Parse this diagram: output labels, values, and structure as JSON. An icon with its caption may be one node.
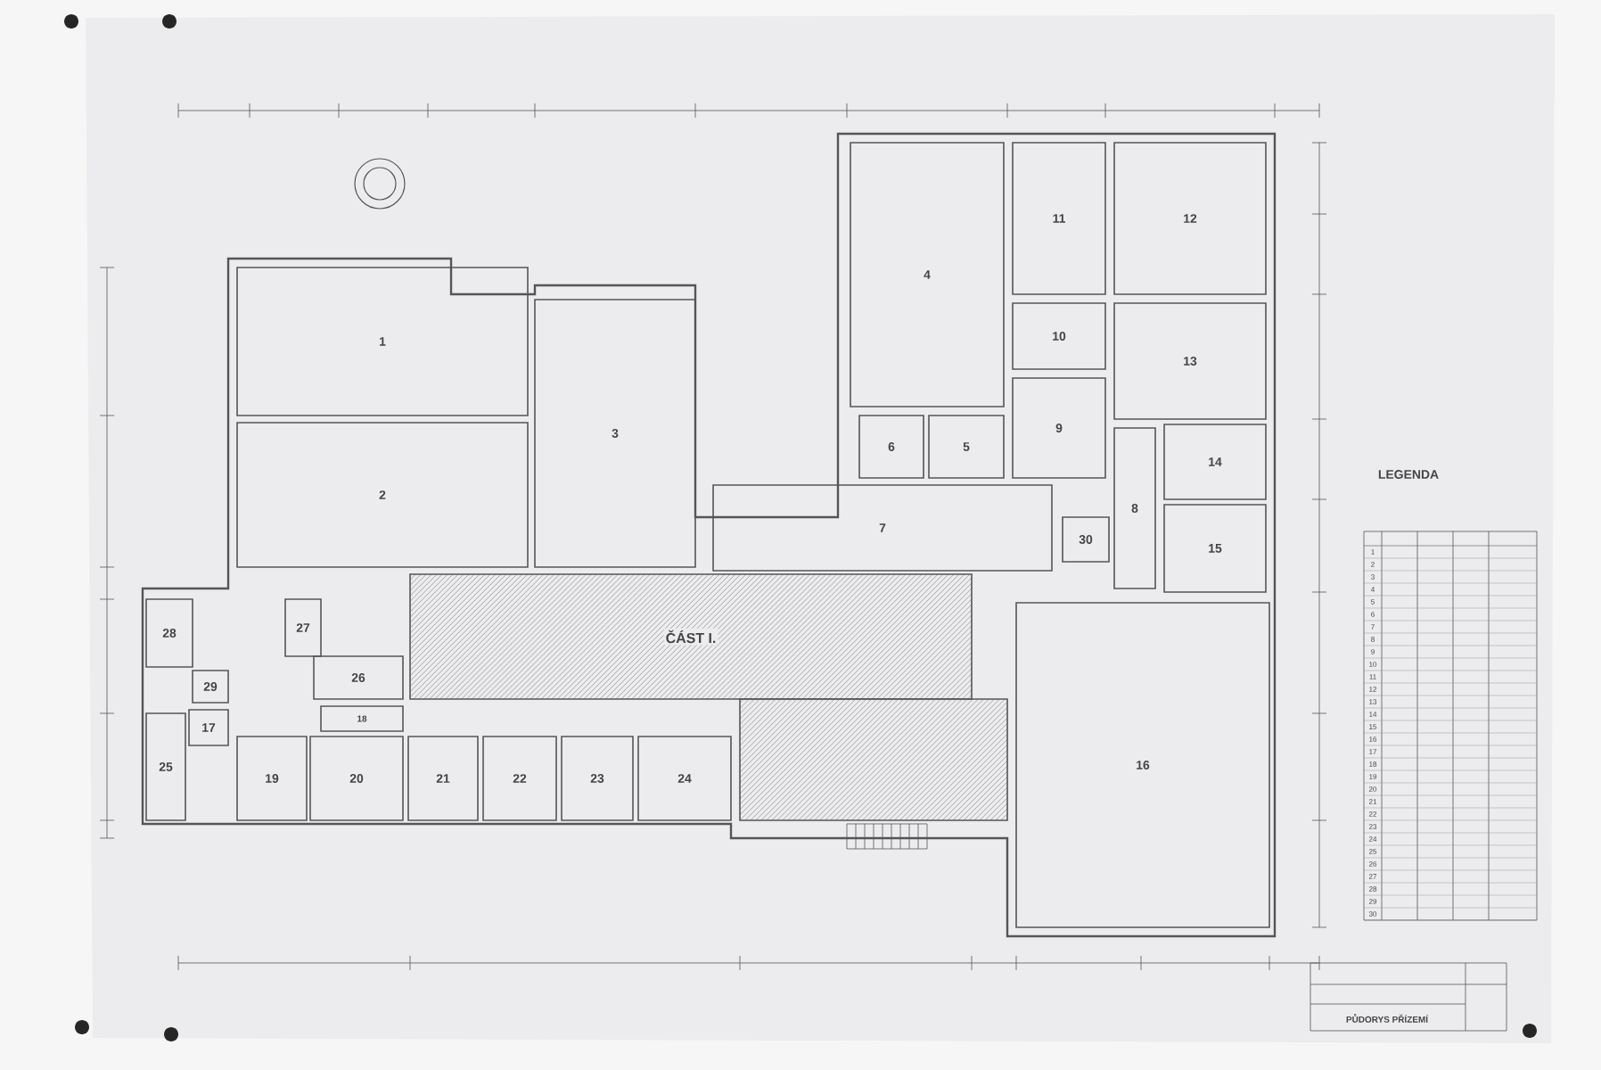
{
  "diagram": {
    "title": "PŮDORYS PŘÍZEMÍ",
    "nodes": [
      {
        "text": [
          "1"
        ]
      },
      {
        "text": [
          "2"
        ]
      },
      {
        "text": [
          "3"
        ]
      },
      {
        "text": [
          "4"
        ]
      },
      {
        "text": [
          "5"
        ]
      },
      {
        "text": [
          "6"
        ]
      },
      {
        "text": [
          "7"
        ]
      },
      {
        "text": [
          "8"
        ]
      },
      {
        "text": [
          "9"
        ]
      },
      {
        "text": [
          "10"
        ]
      },
      {
        "text": [
          "11"
        ]
      },
      {
        "text": [
          "12"
        ]
      },
      {
        "text": [
          "13"
        ]
      },
      {
        "text": [
          "14"
        ]
      },
      {
        "text": [
          "15"
        ]
      },
      {
        "text": [
          "16"
        ]
      },
      {
        "text": [
          "17"
        ]
      },
      {
        "text": [
          "18"
        ]
      },
      {
        "text": [
          "19"
        ]
      },
      {
        "text": [
          "20"
        ]
      },
      {
        "text": [
          "21"
        ]
      },
      {
        "text": [
          "22"
        ]
      },
      {
        "text": [
          "23"
        ]
      },
      {
        "text": [
          "24"
        ]
      },
      {
        "text": [
          "25"
        ]
      },
      {
        "text": [
          "26"
        ]
      },
      {
        "text": [
          "27"
        ]
      },
      {
        "text": [
          "28"
        ]
      },
      {
        "text": [
          "29"
        ]
      },
      {
        "text": [
          "30"
        ]
      },
      {
        "text": [
          "ČÁST I."
        ]
      },
      {
        "text": [],
        "shape": "box"
      }
    ],
    "labels": [
      "LEGENDA",
      "1",
      "2",
      "3",
      "4",
      "5",
      "6",
      "7",
      "8",
      "9",
      "10",
      "11",
      "12",
      "13",
      "14",
      "15",
      "16",
      "17",
      "18",
      "19",
      "20",
      "21",
      "22",
      "23",
      "24",
      "25",
      "26",
      "27",
      "28",
      "29",
      "30"
    ]
  }
}
